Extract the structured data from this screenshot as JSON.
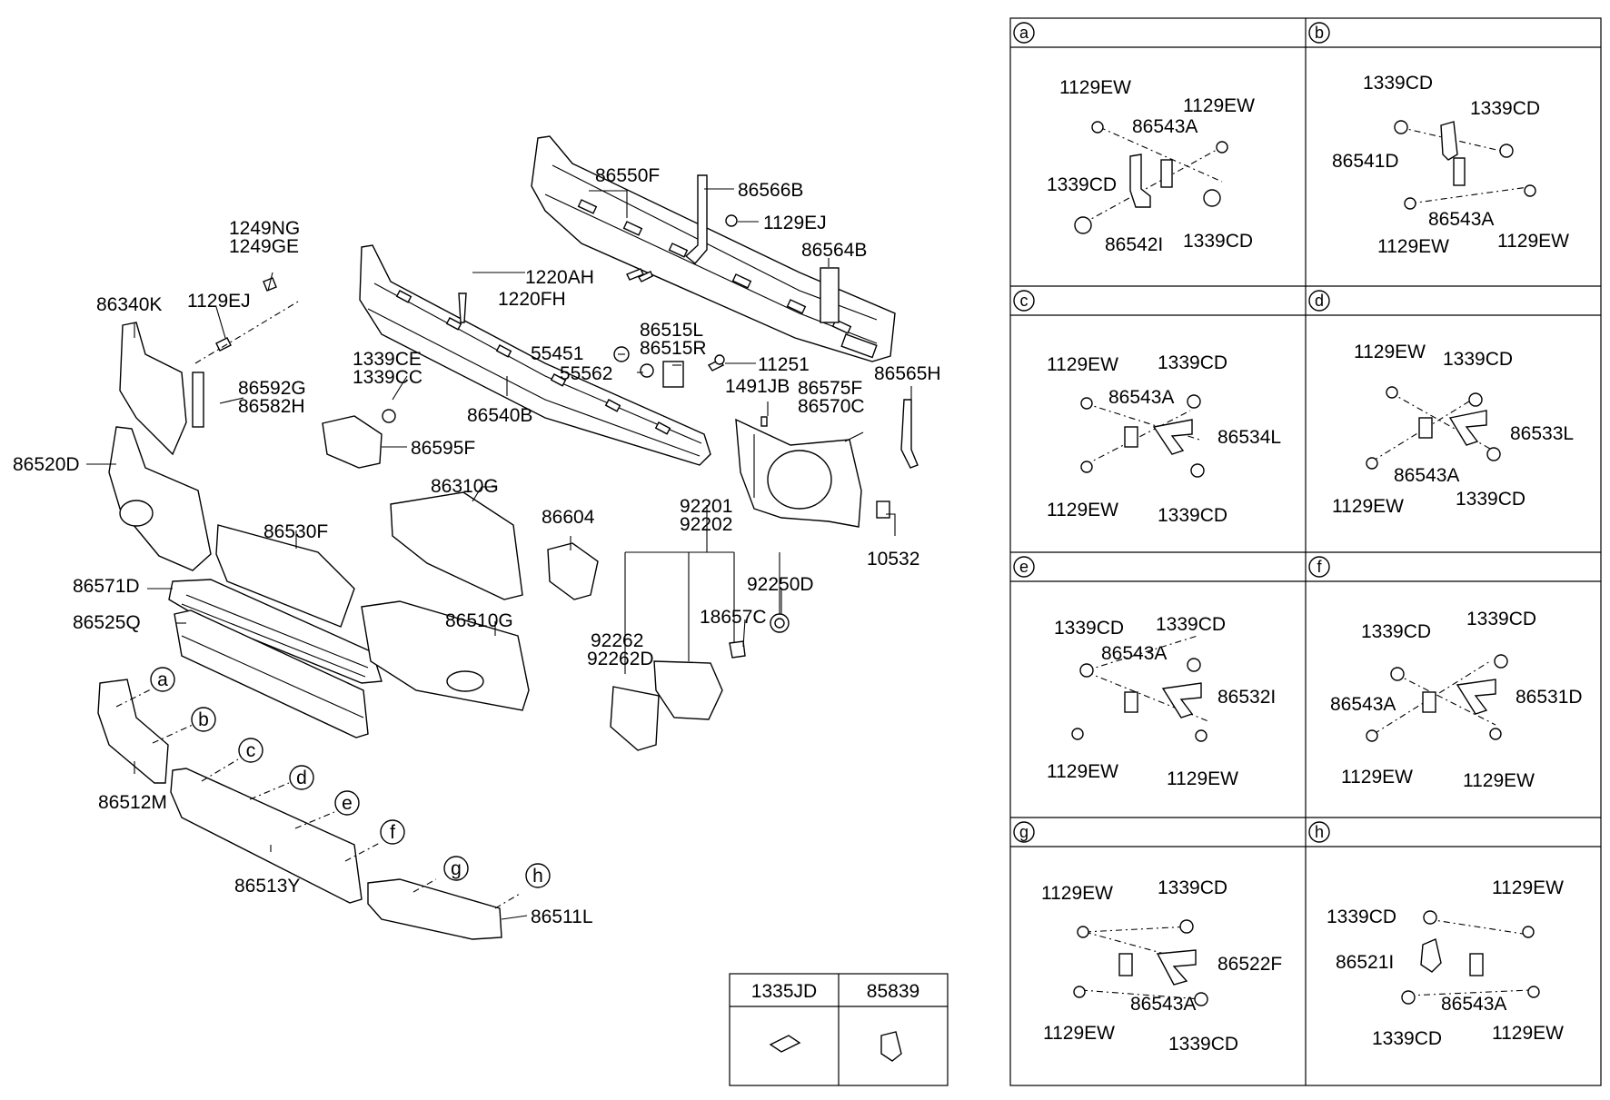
{
  "main_labels": {
    "1249NG": "1249NG",
    "1249GE": "1249GE",
    "86340K": "86340K",
    "1129EJ_a": "1129EJ",
    "86592G": "86592G",
    "86582H": "86582H",
    "86520D": "86520D",
    "1339CE": "1339CE",
    "1339CC": "1339CC",
    "86595F": "86595F",
    "1220AH": "1220AH",
    "1220FH": "1220FH",
    "86540B": "86540B",
    "86550F": "86550F",
    "86566B": "86566B",
    "1129EJ_b": "1129EJ",
    "86564B": "86564B",
    "86515L": "86515L",
    "86515R": "86515R",
    "55451": "55451",
    "55562": "55562",
    "11251": "11251",
    "1491JB": "1491JB",
    "86575F": "86575F",
    "86570C": "86570C",
    "86565H": "86565H",
    "10532": "10532",
    "86310G": "86310G",
    "86530F": "86530F",
    "86604": "86604",
    "92201": "92201",
    "92202": "92202",
    "92250D": "92250D",
    "86571D": "86571D",
    "86525Q": "86525Q",
    "86510G": "86510G",
    "18657C": "18657C",
    "92262": "92262",
    "92262D": "92262D",
    "86512M": "86512M",
    "86513Y": "86513Y",
    "86511L": "86511L"
  },
  "callouts": [
    "a",
    "b",
    "c",
    "d",
    "e",
    "f",
    "g",
    "h"
  ],
  "panels": [
    {
      "letter": "a",
      "labels": [
        "1129EW",
        "1129EW",
        "86543A",
        "1339CD",
        "1339CD",
        "86542I"
      ]
    },
    {
      "letter": "b",
      "labels": [
        "1339CD",
        "1339CD",
        "86541D",
        "86543A",
        "1129EW",
        "1129EW"
      ]
    },
    {
      "letter": "c",
      "labels": [
        "1129EW",
        "1339CD",
        "86543A",
        "86534L",
        "1129EW",
        "1339CD"
      ]
    },
    {
      "letter": "d",
      "labels": [
        "1129EW",
        "1339CD",
        "86533L",
        "86543A",
        "1129EW",
        "1339CD"
      ]
    },
    {
      "letter": "e",
      "labels": [
        "1339CD",
        "1339CD",
        "86543A",
        "86532I",
        "1129EW",
        "1129EW"
      ]
    },
    {
      "letter": "f",
      "labels": [
        "1339CD",
        "1339CD",
        "86543A",
        "86531D",
        "1129EW",
        "1129EW"
      ]
    },
    {
      "letter": "g",
      "labels": [
        "1129EW",
        "1339CD",
        "86522F",
        "1129EW",
        "86543A",
        "1339CD"
      ]
    },
    {
      "letter": "h",
      "labels": [
        "1129EW",
        "1339CD",
        "86521I",
        "86543A",
        "1339CD",
        "1129EW"
      ]
    }
  ],
  "parts_table": {
    "headers": [
      "1335JD",
      "85839"
    ]
  }
}
